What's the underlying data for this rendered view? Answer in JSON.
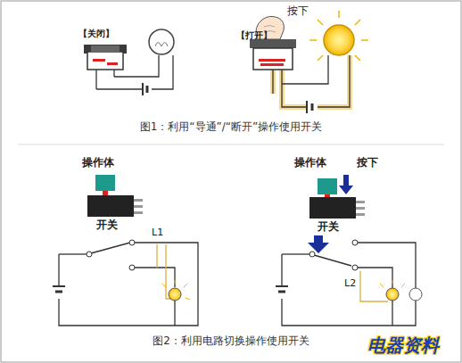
{
  "diagram": {
    "labels": [
      "【关闭】",
      "【打开】",
      "按下",
      "图1：利用“导通”/“断开”操作使用开关",
      "操作体",
      "开关",
      "L1",
      "操作体",
      "按下",
      "开关",
      "L2",
      "图2：利用电路切换操作使用开关",
      "电器资料"
    ]
  }
}
